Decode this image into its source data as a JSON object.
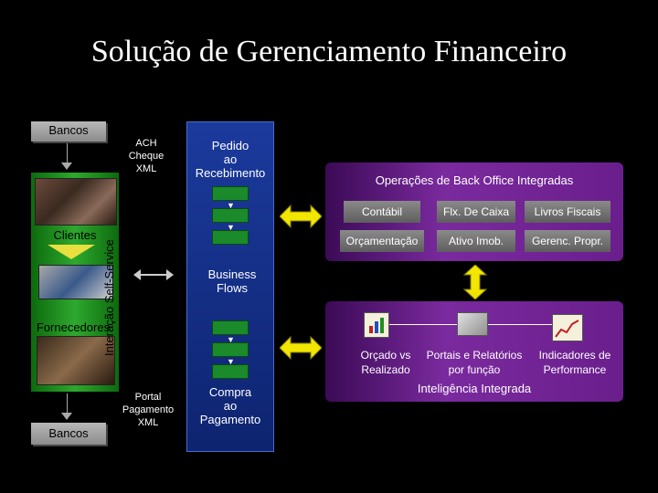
{
  "title": "Solução de Gerenciamento Financeiro",
  "left_column": {
    "banks_top": "Bancos",
    "clients": "Clientes",
    "suppliers": "Fornecedores",
    "banks_bottom": "Bancos",
    "vertical_label": "Interação Self-Service"
  },
  "ach_label": [
    "ACH",
    "Cheque",
    "XML"
  ],
  "portal_label": [
    "Portal",
    "Pagamento",
    "XML"
  ],
  "business_flows": {
    "top_label": [
      "Pedido",
      "ao",
      "Recebimento"
    ],
    "middle_label": [
      "Business",
      "Flows"
    ],
    "bottom_label": [
      "Compra",
      "ao",
      "Pagamento"
    ]
  },
  "back_office": {
    "title": "Operações de Back Office Integradas",
    "row1": [
      "Contábil",
      "Flx. De Caixa",
      "Livros Fiscais"
    ],
    "row2": [
      "Orçamentação",
      "Ativo Imob.",
      "Gerenc. Propr."
    ]
  },
  "intelligence": {
    "items": [
      [
        "Orçado vs",
        "Realizado"
      ],
      [
        "Portais e Relatórios",
        "por função"
      ],
      [
        "Indicadores de",
        "Performance"
      ]
    ],
    "title": "Inteligência Integrada"
  },
  "colors": {
    "background": "#000000",
    "green": "#2ea82e",
    "blue": "#1b3a9c",
    "purple": "#7a2a9e",
    "arrow_yellow": "#f2e600"
  }
}
